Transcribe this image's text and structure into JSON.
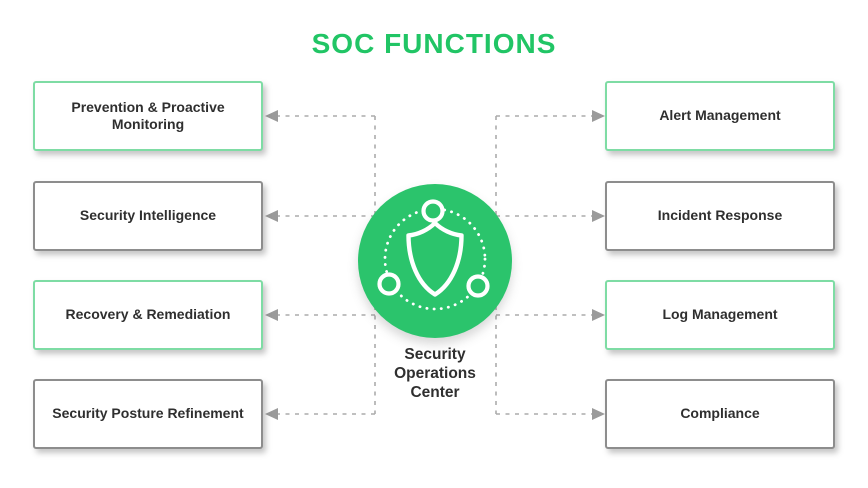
{
  "title": "SOC FUNCTIONS",
  "center": {
    "icon": "shield-network-icon",
    "label_lines": [
      "Security",
      "Operations",
      "Center"
    ]
  },
  "left_boxes": [
    {
      "label": "Prevention & Proactive Monitoring",
      "accent": "green"
    },
    {
      "label": "Security Intelligence",
      "accent": "gray"
    },
    {
      "label": "Recovery & Remediation",
      "accent": "green"
    },
    {
      "label": "Security Posture Refinement",
      "accent": "gray"
    }
  ],
  "right_boxes": [
    {
      "label": "Alert Management",
      "accent": "green"
    },
    {
      "label": "Incident Response",
      "accent": "gray"
    },
    {
      "label": "Log Management",
      "accent": "green"
    },
    {
      "label": "Compliance",
      "accent": "gray"
    }
  ],
  "colors": {
    "title_green": "#21C565",
    "circle_green": "#2BC46C",
    "green_border": "#7EDCA4",
    "gray_border": "#8D8D8D",
    "connector_gray": "#ABABAB",
    "arrow_gray": "#9A9A9A",
    "text_dark": "#2F2F2F",
    "background": "#FFFFFF"
  }
}
